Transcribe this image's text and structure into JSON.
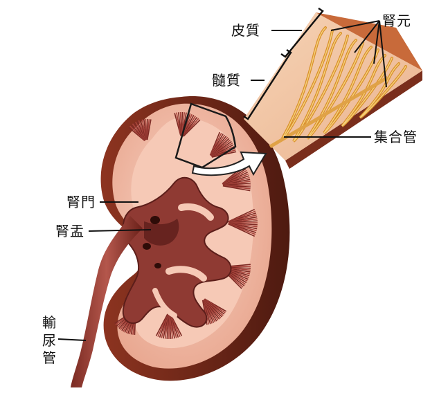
{
  "labels": {
    "cortex": "皮質",
    "medulla": "髓質",
    "nephron": "腎元",
    "collecting_duct": "集合管",
    "hilum": "腎門",
    "renal_pelvis": "腎盂",
    "ureter": [
      "輸",
      "尿",
      "管"
    ]
  },
  "colors": {
    "capsule": "#7a2a1a",
    "capsule_dark": "#4e1a10",
    "cortex": "#f0b4a0",
    "medulla_bg": "#f6c9b6",
    "pyramid": "#a8443c",
    "pelvis": "#8f3a33",
    "pelvis_dark": "#5c1e1a",
    "ureter": "#9a3e36",
    "block_top": "#c86a3a",
    "block_face": "#f2c7a4",
    "block_side": "#7a2e1c",
    "nephron_tube": "#d9902a",
    "nephron_light": "#f5cf7a"
  }
}
